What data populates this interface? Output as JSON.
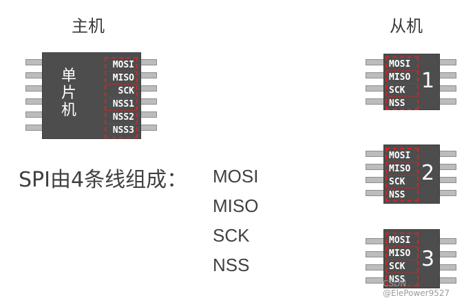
{
  "master": {
    "heading": "主机",
    "label_chars": [
      "单",
      "片",
      "机"
    ],
    "pins": [
      "MOSI",
      "MISO",
      "SCK",
      "NSS1",
      "NSS2",
      "NSS3"
    ]
  },
  "slave_heading": "从机",
  "slaves": [
    {
      "number": "1",
      "pins": [
        "MOSI",
        "MISO",
        "SCK",
        "NSS"
      ]
    },
    {
      "number": "2",
      "pins": [
        "MOSI",
        "MISO",
        "SCK",
        "NSS"
      ]
    },
    {
      "number": "3",
      "pins": [
        "MOSI",
        "MISO",
        "SCK",
        "NSS"
      ]
    }
  ],
  "summary": "SPI由4条线组成：",
  "signals": [
    "MOSI",
    "MISO",
    "SCK",
    "NSS"
  ],
  "watermark": "CSDN @ElePower9527",
  "colors": {
    "chip_body": "#4d4d4d",
    "pin_highlight": "#e02020",
    "pin_lead": "#bcbcbc"
  }
}
